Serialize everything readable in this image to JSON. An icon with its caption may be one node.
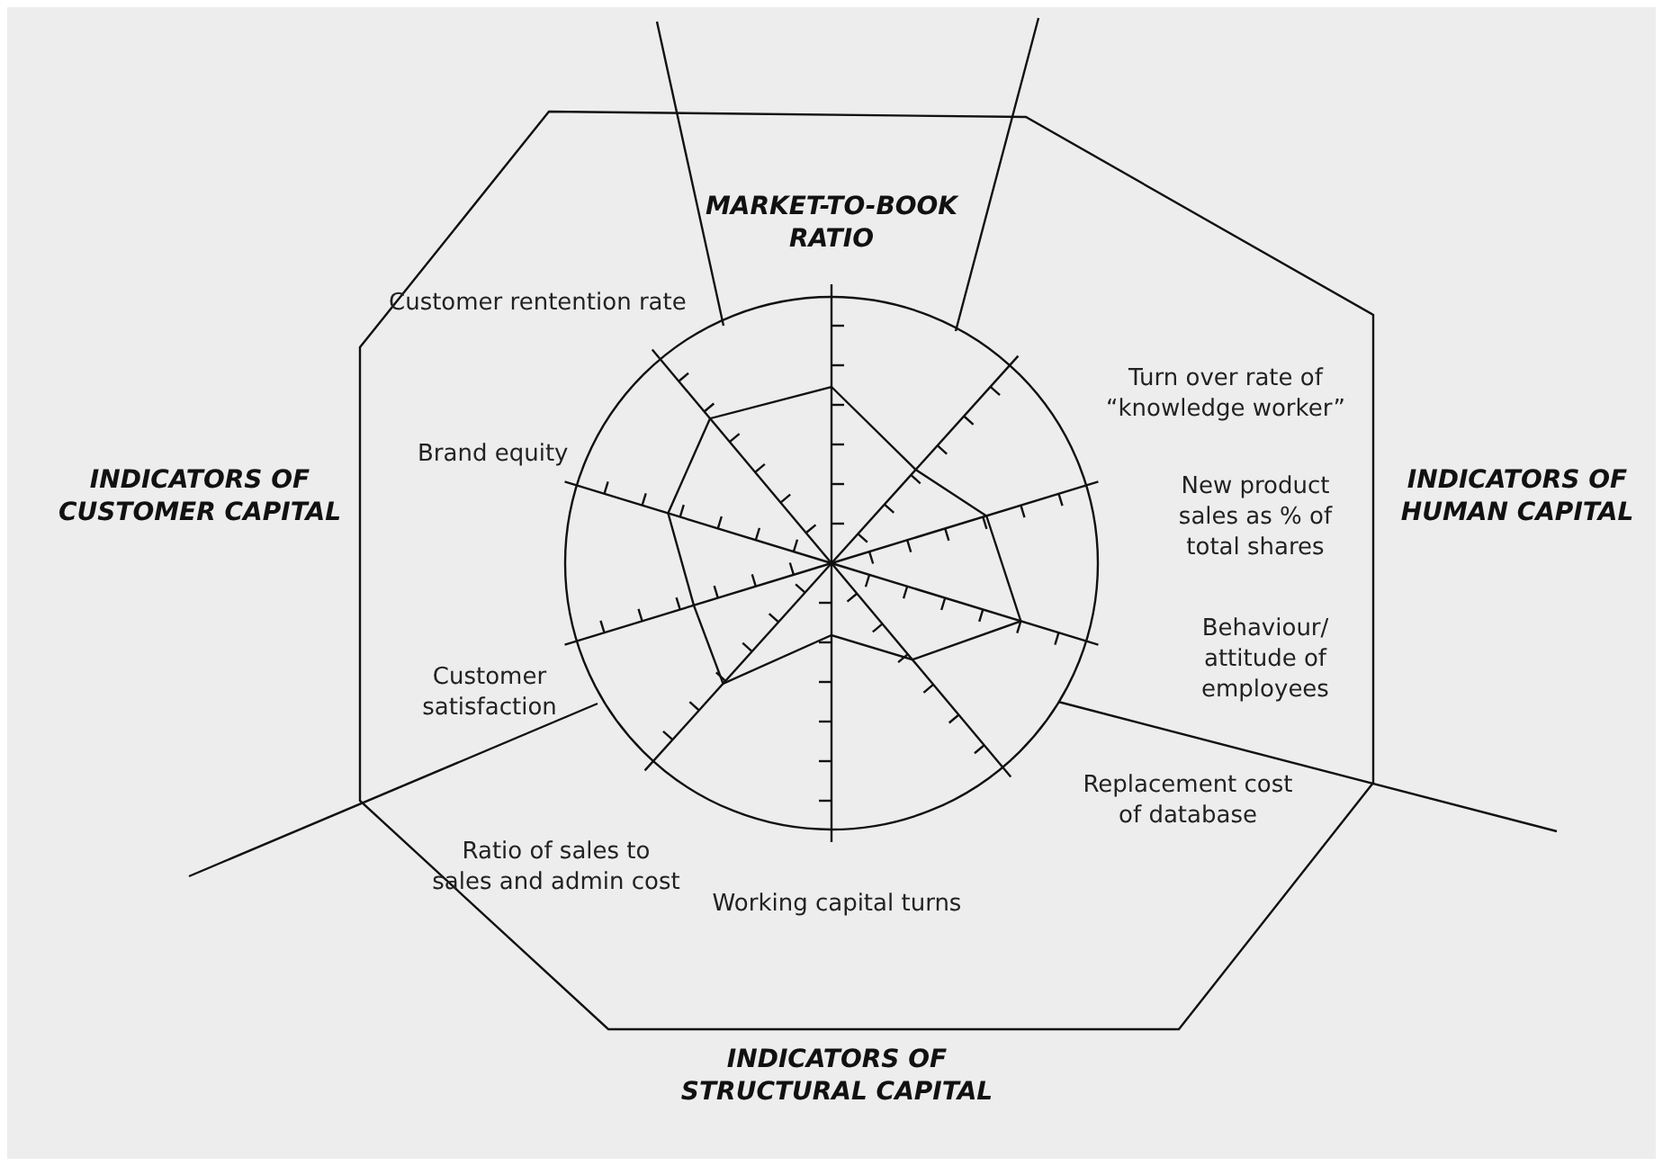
{
  "diagram": {
    "labels": [
      "MARKET-TO-BOOK RATIO",
      "Customer rentention rate",
      "Turn over rate of “knowledge worker”",
      "INDICATORS OF CUSTOMER CAPITAL",
      "Brand equity",
      "INDICATORS OF HUMAN CAPITAL",
      "New product sales as % of total shares",
      "Behaviour/ attitude of employees",
      "Customer satisfaction",
      "Replacement cost of database",
      "Ratio of sales to sales and admin cost",
      "Working capital turns",
      "INDICATORS OF STRUCTURAL CAPITAL"
    ]
  }
}
